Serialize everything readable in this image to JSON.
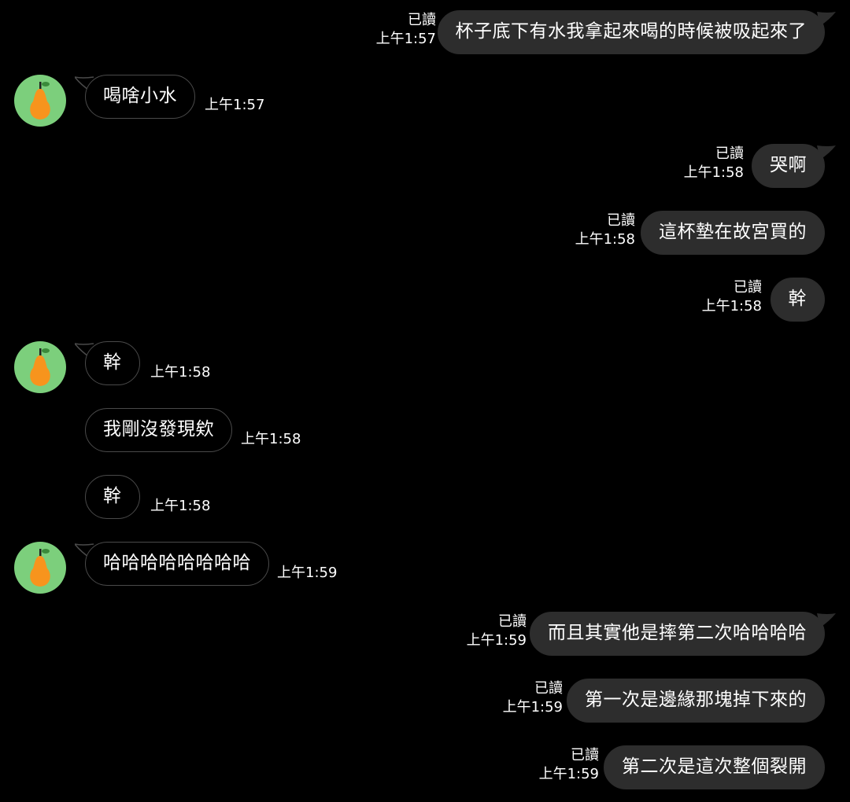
{
  "colors": {
    "background": "#000000",
    "outgoing_bubble": "#2d2d2d",
    "incoming_bubble_border": "#4a4a4a",
    "avatar_bg": "#7ccf7c",
    "pear": "#f7941d"
  },
  "avatar": {
    "icon": "pear-icon"
  },
  "messages": [
    {
      "dir": "out",
      "text": "杯子底下有水我拿起來喝的時候被吸起來了",
      "read": "已讀",
      "time": "上午1:57"
    },
    {
      "dir": "in",
      "text": "喝啥小水",
      "time": "上午1:57"
    },
    {
      "dir": "out",
      "text": "哭啊",
      "read": "已讀",
      "time": "上午1:58"
    },
    {
      "dir": "out",
      "text": "這杯墊在故宮買的",
      "read": "已讀",
      "time": "上午1:58"
    },
    {
      "dir": "out",
      "text": "幹",
      "read": "已讀",
      "time": "上午1:58"
    },
    {
      "dir": "in",
      "text": "幹",
      "time": "上午1:58"
    },
    {
      "dir": "in",
      "text": "我剛沒發現欸",
      "time": "上午1:58"
    },
    {
      "dir": "in",
      "text": "幹",
      "time": "上午1:58"
    },
    {
      "dir": "in",
      "text": "哈哈哈哈哈哈哈哈",
      "time": "上午1:59"
    },
    {
      "dir": "out",
      "text": "而且其實他是摔第二次哈哈哈哈",
      "read": "已讀",
      "time": "上午1:59"
    },
    {
      "dir": "out",
      "text": "第一次是邊緣那塊掉下來的",
      "read": "已讀",
      "time": "上午1:59"
    },
    {
      "dir": "out",
      "text": "第二次是這次整個裂開",
      "read": "已讀",
      "time": "上午1:59"
    }
  ]
}
